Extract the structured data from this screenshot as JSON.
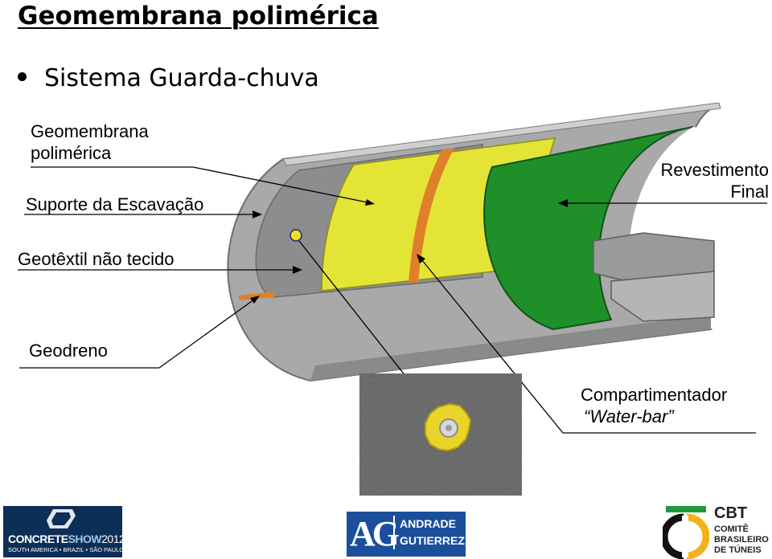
{
  "slide": {
    "title": "Geomembrana polimérica",
    "bullet": "Sistema Guarda-chuva"
  },
  "labels": {
    "geomembrana_line1": "Geomembrana",
    "geomembrana_line2": "polimérica",
    "suporte": "Suporte da Escavação",
    "geotextil": "Geotêxtil não tecido",
    "geodreno": "Geodreno",
    "revestimento_line1": "Revestimento",
    "revestimento_line2": "Final",
    "compartimentador": "Compartimentador",
    "waterbar": "“Water-bar”"
  },
  "logos": {
    "concrete_show": {
      "brand_a": "CONCRETE",
      "brand_b": "SHOW",
      "year": "2012",
      "tagline": "SOUTH AMERICA • BRAZIL • SÃO PAULO"
    },
    "andrade_gutierrez": {
      "mark": "AG",
      "line1": "ANDRADE",
      "line2": "GUTIERREZ"
    },
    "cbt": {
      "acronym": "CBT",
      "line1": "COMITÊ",
      "line2": "BRASILEIRO",
      "line3": "DE TÚNEIS"
    }
  },
  "colors": {
    "geomembrane_yellow": "#e4e436",
    "lining_green": "#1f8f2a",
    "support_grey": "#a4a4a4",
    "waterbar_orange": "#e07f2a",
    "ag_blue": "#1b4f9c",
    "concrete_navy": "#0d2f57",
    "cbt_green": "#1e9a3c"
  }
}
